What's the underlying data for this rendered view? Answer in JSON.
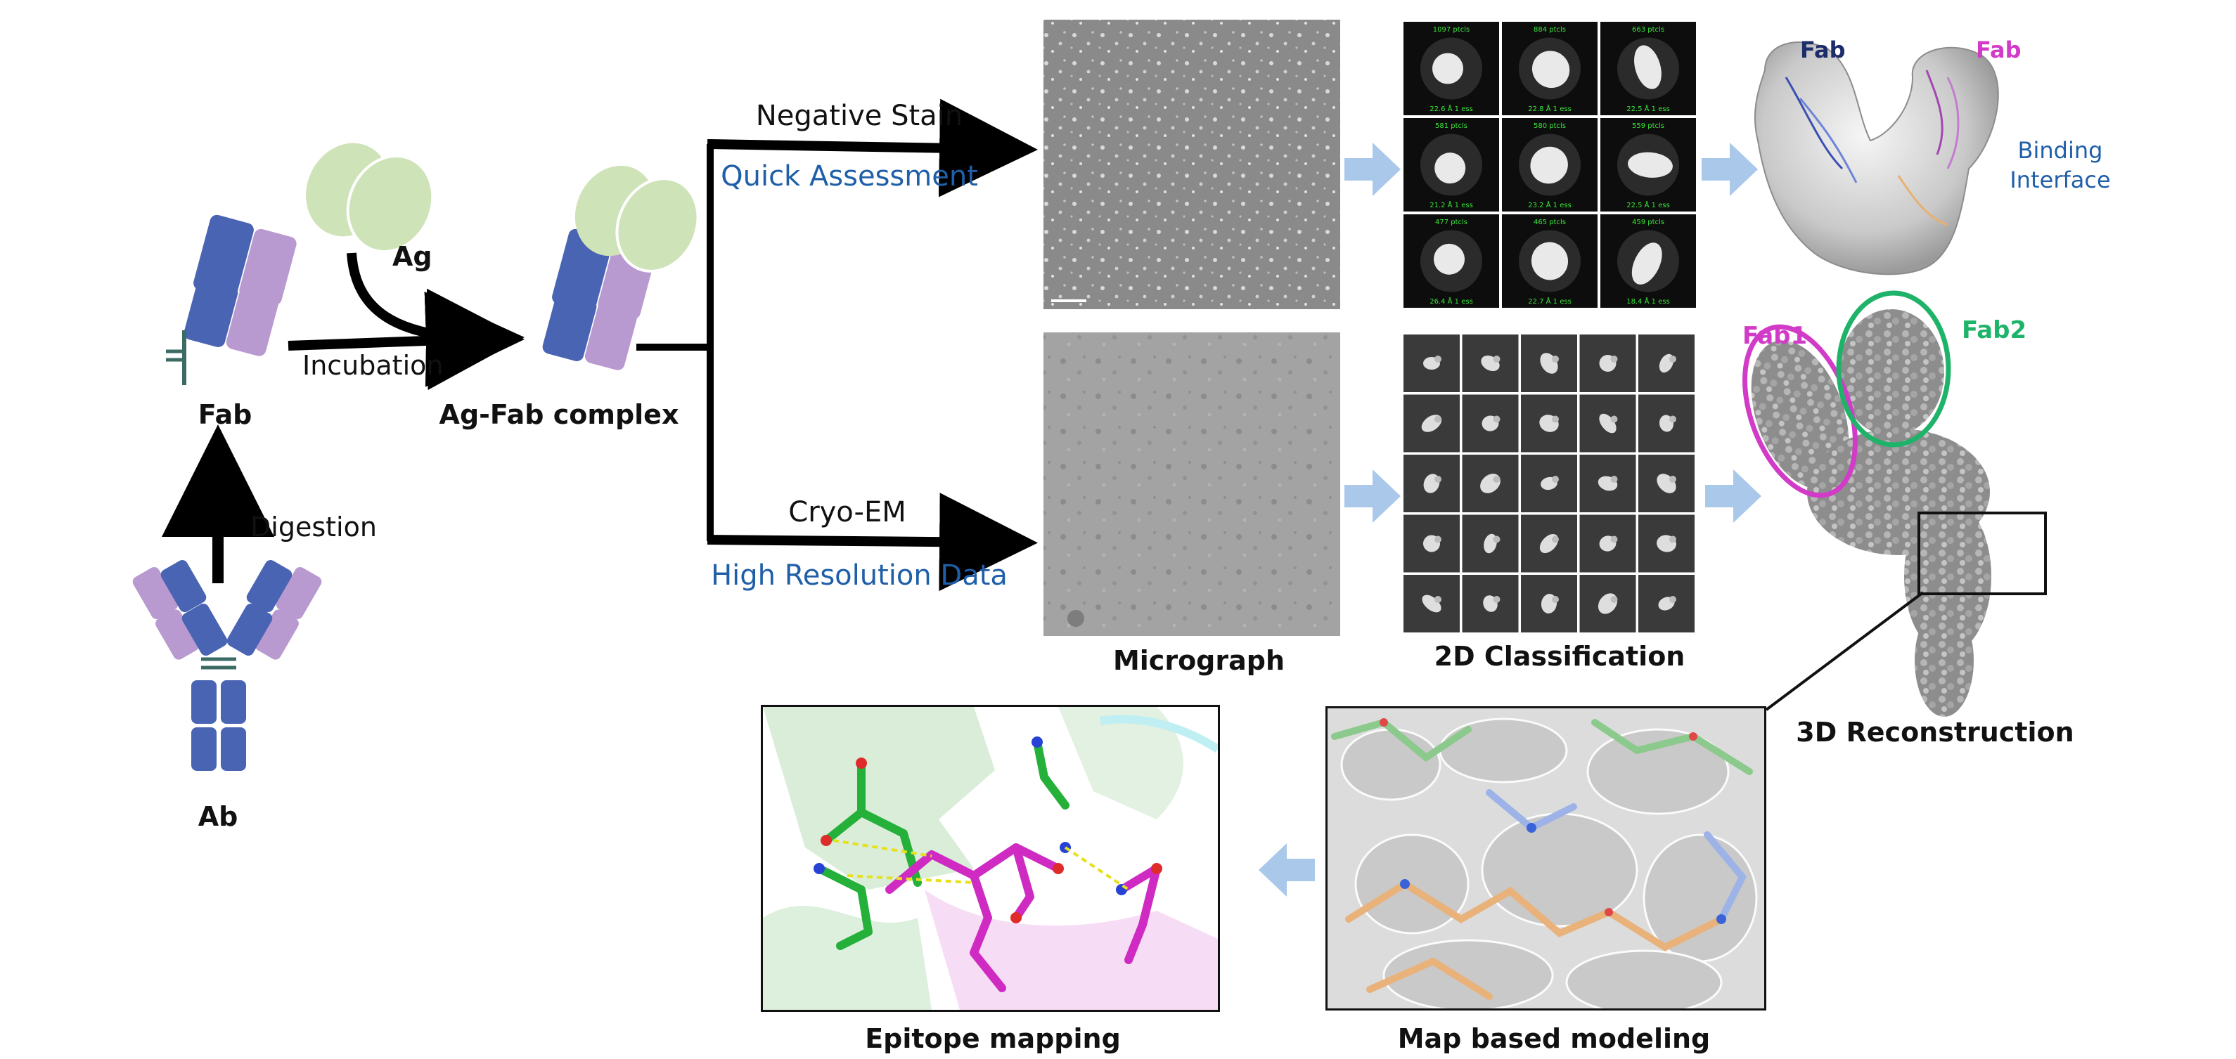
{
  "labels": {
    "ag": "Ag",
    "fab": "Fab",
    "incubation": "Incubation",
    "complex": "Ag-Fab complex",
    "digestion": "Digestion",
    "ab": "Ab",
    "negative_stain": "Negative Stain",
    "quick_assessment": "Quick Assessment",
    "cryo_em": "Cryo-EM",
    "high_resolution": "High Resolution Data",
    "micrograph": "Micrograph",
    "classification_2d": "2D Classification",
    "reconstruction_3d": "3D Reconstruction",
    "map_modeling": "Map based modeling",
    "epitope_mapping": "Epitope mapping",
    "fab_top_left": "Fab",
    "fab_top_right": "Fab",
    "binding_interface": "Binding\nInterface",
    "fab1": "Fab1",
    "fab2": "Fab2"
  },
  "class_averages_ns": [
    {
      "count": "1097 ptcls",
      "res": "22.6 Å 1 ess"
    },
    {
      "count": "884 ptcls",
      "res": "22.8 Å 1 ess"
    },
    {
      "count": "663 ptcls",
      "res": "22.5 Å 1 ess"
    },
    {
      "count": "581 ptcls",
      "res": "21.2 Å 1 ess"
    },
    {
      "count": "580 ptcls",
      "res": "23.2 Å 1 ess"
    },
    {
      "count": "559 ptcls",
      "res": "22.5 Å 1 ess"
    },
    {
      "count": "477 ptcls",
      "res": "26.4 Å 1 ess"
    },
    {
      "count": "465 ptcls",
      "res": "22.7 Å 1 ess"
    },
    {
      "count": "459 ptcls",
      "res": "18.4 Å 1 ess"
    }
  ],
  "colors": {
    "fab_heavy": "#4a64b4",
    "fab_light": "#b99ad0",
    "antigen": "#cfe3b8",
    "blue_text": "#1f5fa8",
    "flow_arrow": "#a9c8ea",
    "magenta": "#d23bc8",
    "green": "#1fb36a",
    "navy": "#1d2d6b"
  }
}
